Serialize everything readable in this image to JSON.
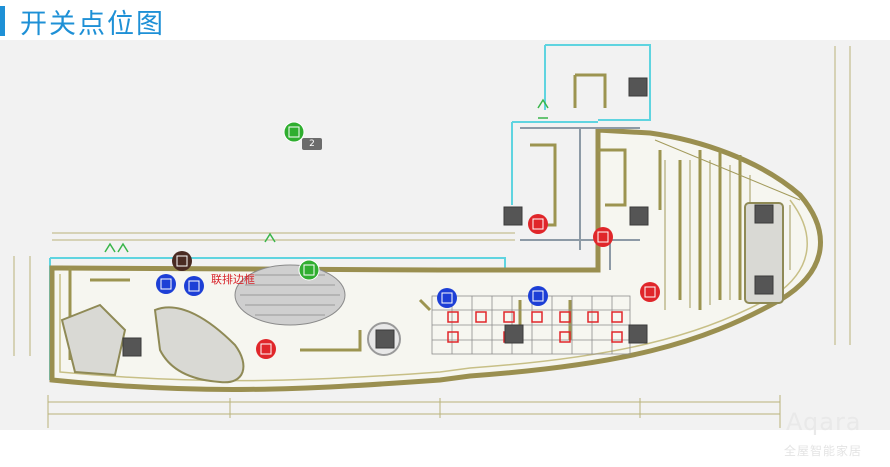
{
  "header": {
    "title": "开关点位图",
    "accent_color": "#1e90d6"
  },
  "plan": {
    "callout_label": "联排边框",
    "badge_count": "2",
    "marker_colors": {
      "green": "#2fae2f",
      "blue": "#1d3fd6",
      "red": "#e0262a",
      "brown": "#4a2a22"
    }
  },
  "brand": {
    "logo": "Aqara",
    "tagline": "全屋智能家居"
  }
}
